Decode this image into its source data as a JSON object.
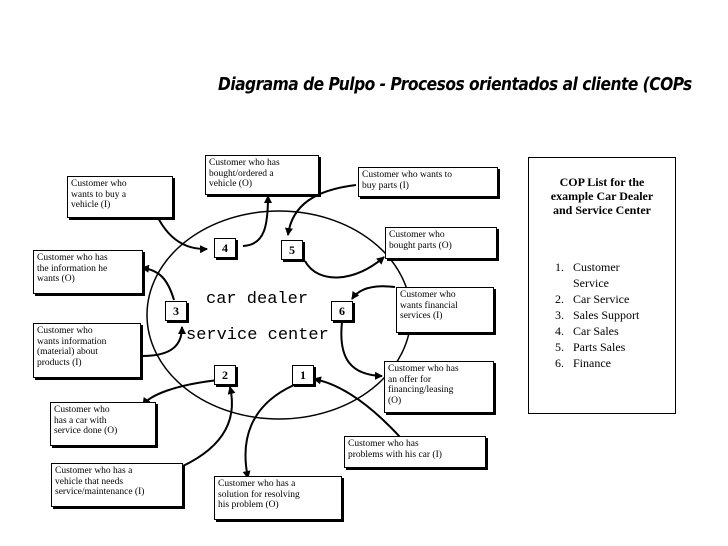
{
  "title": "Diagrama de Pulpo - Procesos orientados al cliente (COPs",
  "center": {
    "line1": "car dealer",
    "line2": "service center"
  },
  "process_numbers": [
    "1",
    "2",
    "3",
    "4",
    "5",
    "6"
  ],
  "customers": {
    "buy_vehicle": "Customer who\nwants to buy a\nvehicle (I)",
    "bought_vehicle": "Customer who has\nbought/ordered a\nvehicle (O)",
    "wants_parts": "Customer who wants to\nbuy parts (I)",
    "bought_parts": "Customer who\nbought parts    (O)",
    "has_information": "Customer who has\nthe information he\nwants  (O)",
    "wants_information": "Customer who\nwants information\n(material) about\nproducts (I)",
    "wants_financial": "Customer who\nwants financial\nservices (I)",
    "has_offer": "Customer who has\nan offer for\nfinancing/leasing\n(O)",
    "car_serviced": "Customer who\nhas a car with\nservice done    (O)",
    "needs_maintenance": "Customer who has a\nvehicle that needs\nservice/maintenance (I)",
    "has_solution": "Customer who has a\nsolution for resolving\nhis problem (O)",
    "has_problems": "Customer who has\nproblems with his car (I)"
  },
  "cop_list": {
    "title": "COP List for the\nexample Car Dealer\nand Service Center",
    "items": [
      "Customer\nService",
      "Car Service",
      "Sales Support",
      "Car Sales",
      "Parts Sales",
      "Finance"
    ]
  }
}
